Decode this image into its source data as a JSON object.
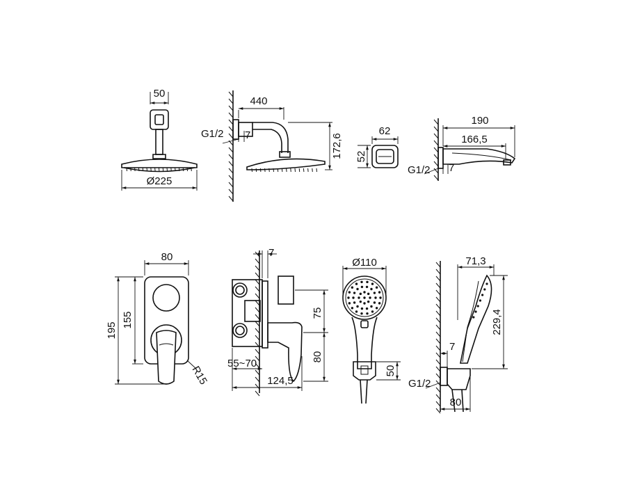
{
  "rain_head_front": {
    "width_label": "50",
    "diameter_label": "Ø225"
  },
  "rain_head_side": {
    "length_label": "440",
    "thread_label": "G1/2",
    "wall_gap_label": "7",
    "height_label": "172,6"
  },
  "escutcheon_small": {
    "width_label": "62",
    "height_label": "52"
  },
  "spout": {
    "length_label": "190",
    "reach_label": "166,5",
    "thread_label": "G1/2",
    "wall_gap_label": "7"
  },
  "mixer_front": {
    "width_label": "80",
    "height_outer_label": "195",
    "height_inner_label": "155",
    "radius_label": "R15"
  },
  "mixer_side": {
    "plate_label": "7",
    "depth_range_label": "55~70",
    "offset_label": "124,5",
    "upper_label": "75",
    "lower_label": "80"
  },
  "hand_shower": {
    "diameter_label": "Ø110",
    "holder_label": "50"
  },
  "hand_shower_side": {
    "offset_label": "71,3",
    "height_label": "229,4",
    "wall_gap_label": "7",
    "thread_label": "G1/2",
    "base_label": "80"
  }
}
